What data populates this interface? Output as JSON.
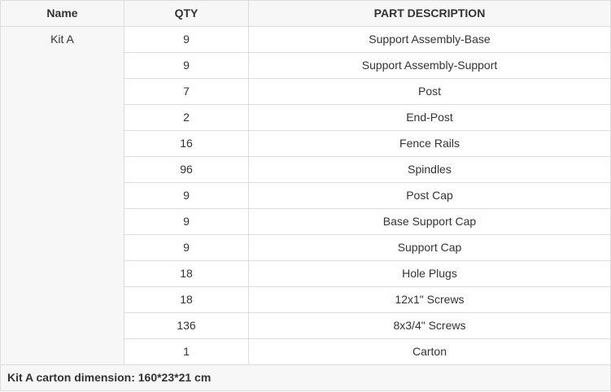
{
  "table": {
    "headers": [
      "Name",
      "QTY",
      "PART DESCRIPTION"
    ],
    "kit_name": "Kit A",
    "rows": [
      {
        "qty": "9",
        "description": "Support Assembly-Base"
      },
      {
        "qty": "9",
        "description": "Support Assembly-Support"
      },
      {
        "qty": "7",
        "description": "Post"
      },
      {
        "qty": "2",
        "description": "End-Post"
      },
      {
        "qty": "16",
        "description": "Fence Rails"
      },
      {
        "qty": "96",
        "description": "Spindles"
      },
      {
        "qty": "9",
        "description": "Post Cap"
      },
      {
        "qty": "9",
        "description": "Base Support Cap"
      },
      {
        "qty": "9",
        "description": "Support Cap"
      },
      {
        "qty": "18",
        "description": "Hole Plugs"
      },
      {
        "qty": "18",
        "description": "12x1\" Screws"
      },
      {
        "qty": "136",
        "description": "8x3/4\" Screws"
      },
      {
        "qty": "1",
        "description": "Carton"
      }
    ],
    "footer": "Kit A carton dimension: 160*23*21 cm"
  }
}
